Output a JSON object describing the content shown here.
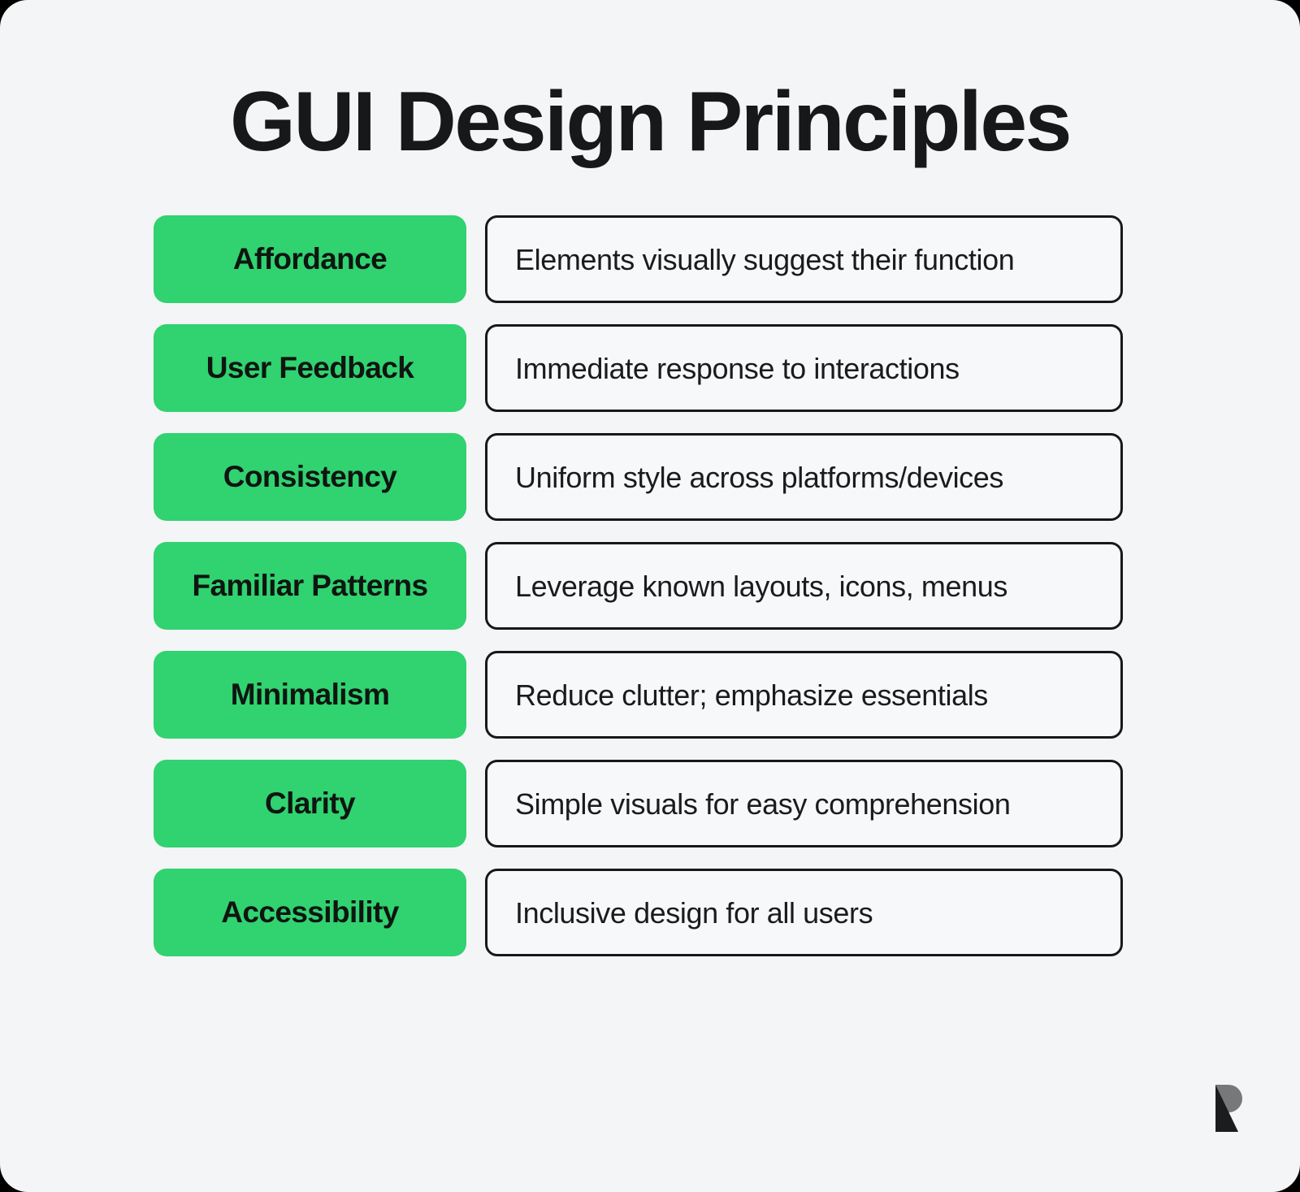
{
  "title": "GUI Design Principles",
  "theme": {
    "background": "#f4f5f7",
    "accent_green": "#31d270",
    "card_background": "#f7f8f9",
    "card_border": "#17181a",
    "text_dark": "#17181a",
    "logo_dark": "#1b1c1d",
    "logo_gray": "#76787a"
  },
  "rows": [
    {
      "principle": "Affordance",
      "description": "Elements visually suggest their function"
    },
    {
      "principle": "User Feedback",
      "description": "Immediate response to interactions"
    },
    {
      "principle": "Consistency",
      "description": "Uniform style across platforms/devices"
    },
    {
      "principle": "Familiar Patterns",
      "description": "Leverage known layouts, icons, menus"
    },
    {
      "principle": "Minimalism",
      "description": "Reduce clutter; emphasize essentials"
    },
    {
      "principle": "Clarity",
      "description": "Simple visuals for easy comprehension"
    },
    {
      "principle": "Accessibility",
      "description": "Inclusive design for all users"
    }
  ],
  "logo": {
    "name": "brand-logo-r-mark"
  }
}
